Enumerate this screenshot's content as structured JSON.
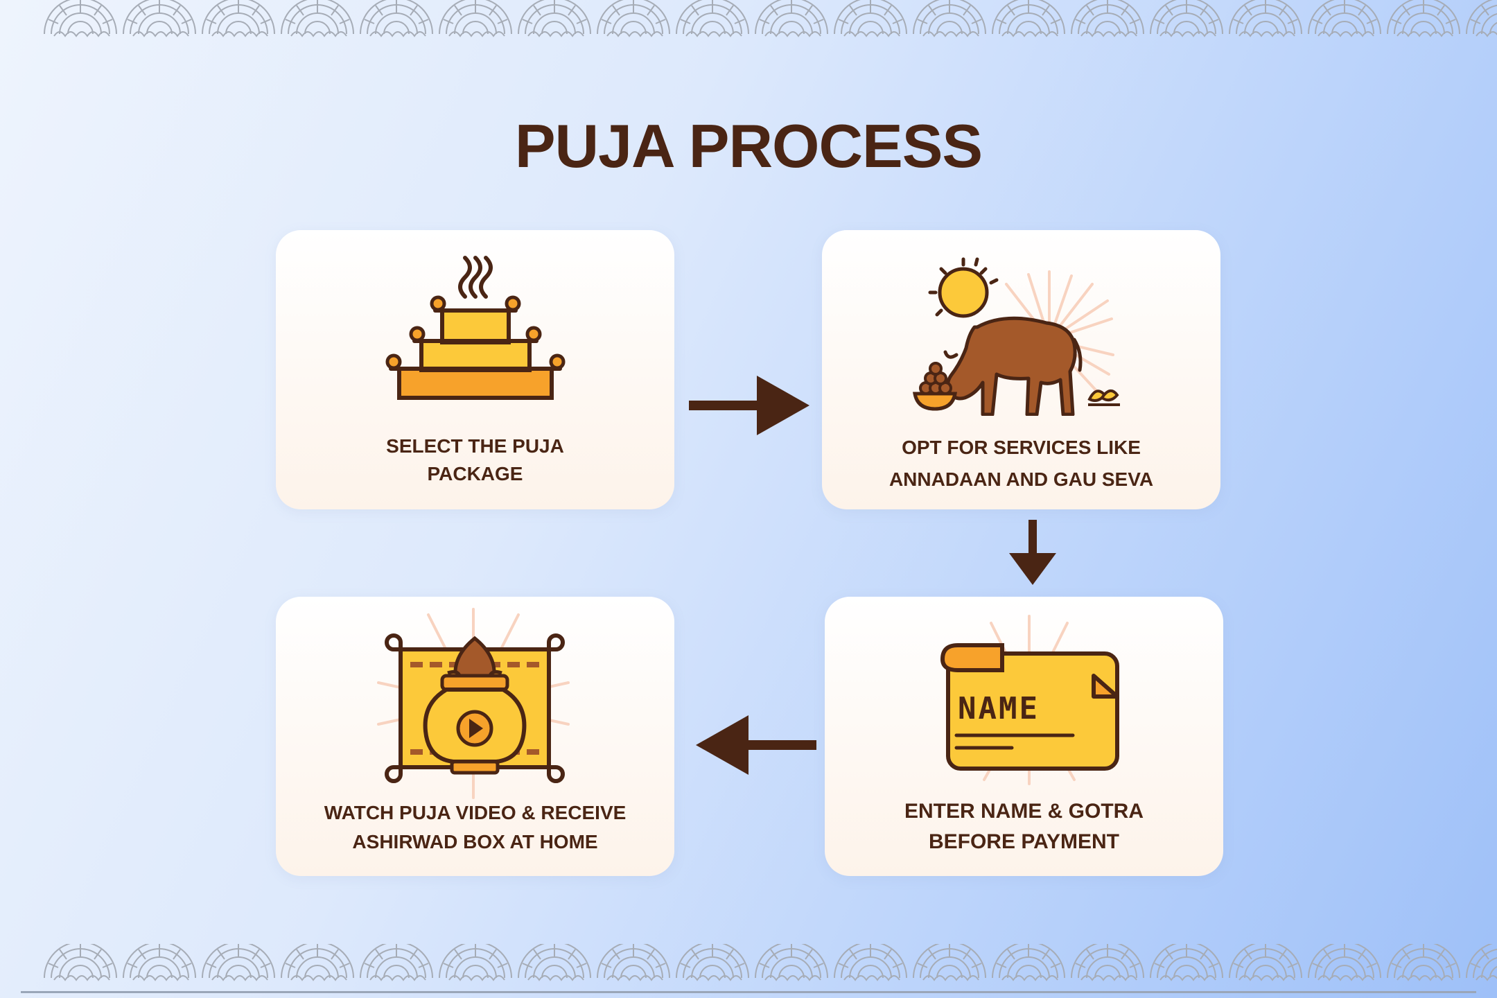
{
  "title": "PUJA PROCESS",
  "steps": [
    {
      "line1": "SELECT THE PUJA",
      "line2": "PACKAGE",
      "icon": "altar-icon"
    },
    {
      "line1": "OPT FOR SERVICES LIKE",
      "line2": "ANNADAAN AND GAU SEVA",
      "icon": "cow-sun-icon"
    },
    {
      "line1": "ENTER NAME & GOTRA",
      "line2": "BEFORE PAYMENT",
      "icon": "name-scroll-icon",
      "scroll_text": "NAME"
    },
    {
      "line1": "WATCH PUJA VIDEO & RECEIVE",
      "line2": "ASHIRWAD BOX AT HOME",
      "icon": "kalash-video-icon"
    }
  ],
  "colors": {
    "title": "#4a2514",
    "outline": "#4a2514",
    "yellow": "#fcc93a",
    "orange": "#f7a22b",
    "brown": "#a4592a",
    "rays": "#f8d3c0"
  }
}
